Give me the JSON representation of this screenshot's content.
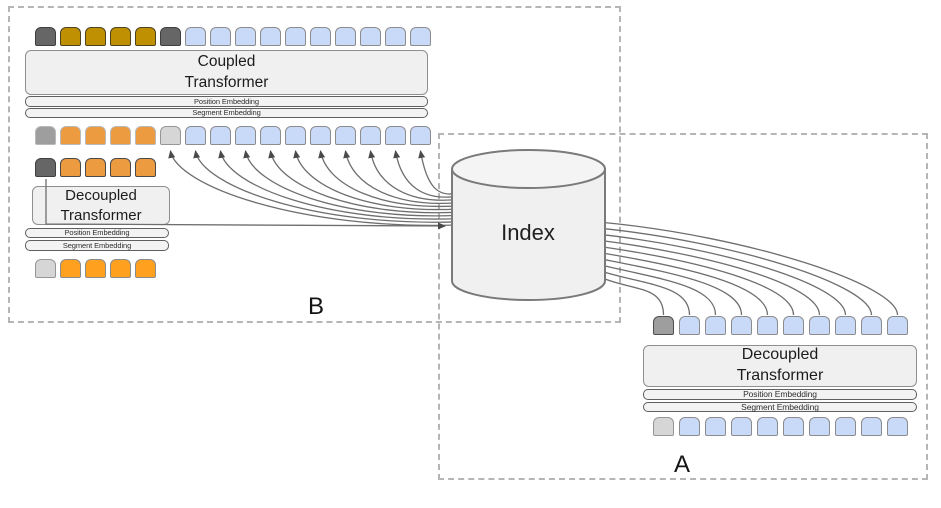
{
  "figure": {
    "region_b": {
      "label": "B"
    },
    "region_a": {
      "label": "A"
    },
    "index": {
      "label": "Index"
    },
    "coupled_transformer": {
      "title_line1": "Coupled",
      "title_line2": "Transformer",
      "position_embedding_label": "Position Embedding",
      "segment_embedding_label": "Segment Embedding"
    },
    "decoupled_transformer_b": {
      "title_line1": "Decoupled",
      "title_line2": "Transformer",
      "position_embedding_label": "Position Embedding",
      "segment_embedding_label": "Segment Embedding"
    },
    "decoupled_transformer_a": {
      "title_line1": "Decoupled",
      "title_line2": "Transformer",
      "position_embedding_label": "Position Embedding",
      "segment_embedding_label": "Segment Embedding"
    }
  },
  "palette": {
    "darkgray": {
      "fill": "#666666",
      "stroke": "#3f3f3f"
    },
    "gold": {
      "fill": "#bf9002",
      "stroke": "#4c4420"
    },
    "orange_soft": {
      "fill": "#ed9b40",
      "stroke": "#b9b9b9"
    },
    "orange_dark_border": {
      "fill": "#ed9b40",
      "stroke": "#4a4a4a"
    },
    "orange_bright": {
      "fill": "#ffa01f",
      "stroke": "#8c8c8c"
    },
    "blue": {
      "fill": "#c9daf8",
      "stroke": "#8c8c8c"
    },
    "gray": {
      "fill": "#9e9e9e",
      "stroke": "#b9b9b9"
    },
    "gray_dark_border": {
      "fill": "#9e9e9e",
      "stroke": "#4f4f4f"
    },
    "lightgray": {
      "fill": "#d6d6d6",
      "stroke": "#969696"
    }
  },
  "tokens": {
    "b_coupled_output": [
      "darkgray",
      "gold",
      "gold",
      "gold",
      "gold",
      "darkgray",
      "blue",
      "blue",
      "blue",
      "blue",
      "blue",
      "blue",
      "blue",
      "blue",
      "blue",
      "blue"
    ],
    "b_coupled_input": [
      "gray",
      "orange_soft",
      "orange_soft",
      "orange_soft",
      "orange_soft",
      "lightgray",
      "blue",
      "blue",
      "blue",
      "blue",
      "blue",
      "blue",
      "blue",
      "blue",
      "blue",
      "blue"
    ],
    "b_decoupled_output": [
      "darkgray",
      "orange_dark_border",
      "orange_dark_border",
      "orange_dark_border",
      "orange_dark_border"
    ],
    "b_decoupled_input": [
      "lightgray",
      "orange_bright",
      "orange_bright",
      "orange_bright",
      "orange_bright"
    ],
    "a_decoupled_output": [
      "gray_dark_border",
      "blue",
      "blue",
      "blue",
      "blue",
      "blue",
      "blue",
      "blue",
      "blue",
      "blue"
    ],
    "a_decoupled_input": [
      "lightgray",
      "blue",
      "blue",
      "blue",
      "blue",
      "blue",
      "blue",
      "blue",
      "blue",
      "blue"
    ]
  },
  "connections": {
    "index_to_b_arrow_count": 11,
    "index_to_a_line_count": 10,
    "line_color": "#6e6e6e",
    "arrowhead_color": "#4a4a4a"
  },
  "style": {
    "cylinder_fill": "#f0f0f0",
    "cylinder_top_fill": "#f4f4f4",
    "cylinder_stroke": "#7a7a7a"
  }
}
